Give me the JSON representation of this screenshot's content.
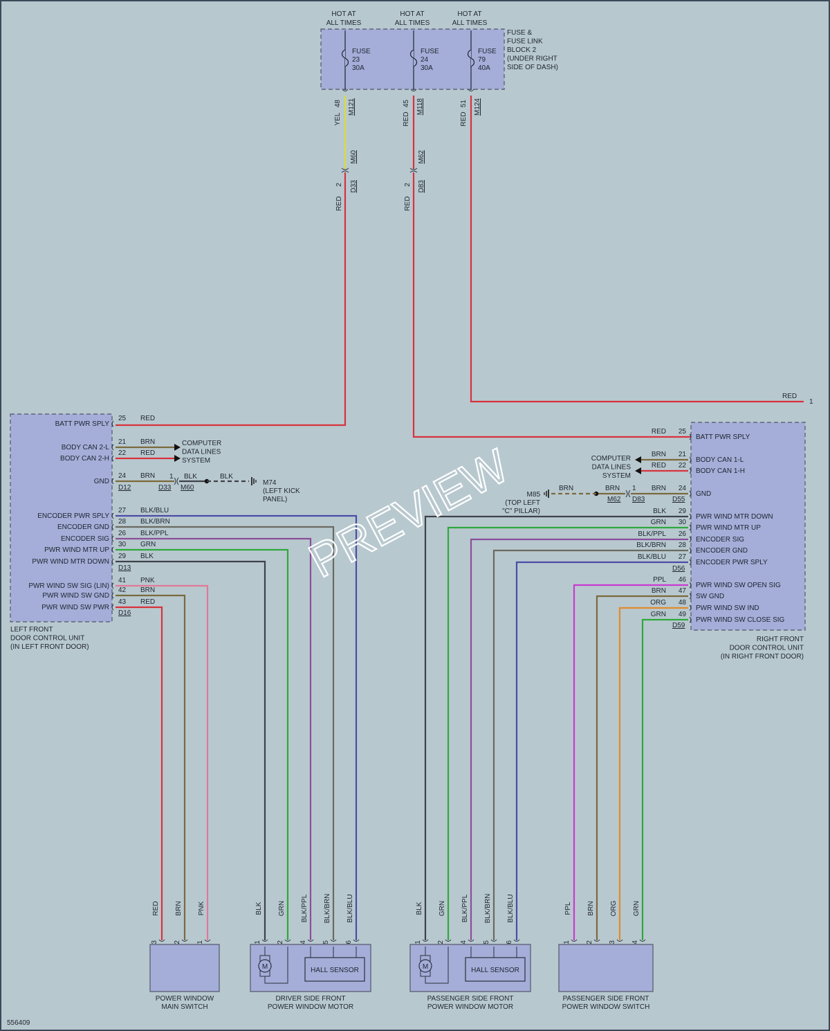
{
  "diagram_id": "556409",
  "watermark": "PREVIEW",
  "fuse_block": {
    "label": [
      "FUSE &",
      "FUSE LINK",
      "BLOCK 2",
      "(UNDER RIGHT",
      "SIDE OF DASH)"
    ],
    "fuses": [
      {
        "hot": [
          "HOT AT",
          "ALL TIMES"
        ],
        "name": "FUSE",
        "num": "23",
        "amps": "30A",
        "pin": "48",
        "conn": "M121",
        "color": "YEL"
      },
      {
        "hot": [
          "HOT AT",
          "ALL TIMES"
        ],
        "name": "FUSE",
        "num": "24",
        "amps": "30A",
        "pin": "45",
        "conn": "M118",
        "color": "RED"
      },
      {
        "hot": [
          "HOT AT",
          "ALL TIMES"
        ],
        "name": "FUSE",
        "num": "79",
        "amps": "40A",
        "pin": "51",
        "conn": "M124",
        "color": "RED"
      }
    ],
    "inline": [
      {
        "pin": "2",
        "c1": "M60",
        "c2": "D33",
        "color": "RED"
      },
      {
        "pin": "2",
        "c1": "M62",
        "c2": "D83",
        "color": "RED"
      }
    ]
  },
  "right_feed": {
    "color": "RED",
    "ref": "1"
  },
  "left_unit": {
    "name": [
      "LEFT FRONT",
      "DOOR CONTROL UNIT",
      "(IN LEFT FRONT DOOR)"
    ],
    "pins": [
      {
        "label": "BATT PWR SPLY",
        "num": "25",
        "color": "RED"
      },
      {
        "label": "BODY CAN 2-L",
        "num": "21",
        "color": "BRN"
      },
      {
        "label": "BODY CAN 2-H",
        "num": "22",
        "color": "RED"
      },
      {
        "label": "GND",
        "num": "24",
        "color": "BRN"
      },
      {
        "label": "ENCODER PWR SPLY",
        "num": "27",
        "color": "BLK/BLU"
      },
      {
        "label": "ENCODER GND",
        "num": "28",
        "color": "BLK/BRN"
      },
      {
        "label": "ENCODER SIG",
        "num": "26",
        "color": "BLK/PPL"
      },
      {
        "label": "PWR WIND MTR UP",
        "num": "30",
        "color": "GRN"
      },
      {
        "label": "PWR WIND MTR DOWN",
        "num": "29",
        "color": "BLK"
      },
      {
        "label": "PWR WIND SW SIG (LIN)",
        "num": "41",
        "color": "PNK"
      },
      {
        "label": "PWR WIND SW GND",
        "num": "42",
        "color": "BRN"
      },
      {
        "label": "PWR WIND SW PWR",
        "num": "43",
        "color": "RED"
      }
    ],
    "conns": [
      "D12",
      "D13",
      "D16"
    ]
  },
  "left_gnd": {
    "pin": "1",
    "c1": "D33",
    "c2": "M60",
    "color1": "BLK",
    "color2": "BLK",
    "ground": "M74",
    "ground_loc": [
      "(LEFT KICK",
      "PANEL)"
    ]
  },
  "left_cdls": [
    "COMPUTER",
    "DATA LINES",
    "SYSTEM"
  ],
  "right_unit": {
    "name": [
      "RIGHT FRONT",
      "DOOR CONTROL UNIT",
      "(IN RIGHT FRONT DOOR)"
    ],
    "pins": [
      {
        "label": "BATT PWR SPLY",
        "num": "25",
        "color": "RED"
      },
      {
        "label": "BODY CAN 1-L",
        "num": "21",
        "color": "BRN"
      },
      {
        "label": "BODY CAN 1-H",
        "num": "22",
        "color": "RED"
      },
      {
        "label": "GND",
        "num": "24",
        "color": "BRN"
      },
      {
        "label": "PWR WIND MTR DOWN",
        "num": "29",
        "color": "BLK"
      },
      {
        "label": "PWR WIND MTR UP",
        "num": "30",
        "color": "GRN"
      },
      {
        "label": "ENCODER SIG",
        "num": "26",
        "color": "BLK/PPL"
      },
      {
        "label": "ENCODER GND",
        "num": "28",
        "color": "BLK/BRN"
      },
      {
        "label": "ENCODER PWR SPLY",
        "num": "27",
        "color": "BLK/BLU"
      },
      {
        "label": "PWR WIND SW OPEN SIG",
        "num": "46",
        "color": "PPL"
      },
      {
        "label": "SW GND",
        "num": "47",
        "color": "BRN"
      },
      {
        "label": "PWR WIND SW IND",
        "num": "48",
        "color": "ORG"
      },
      {
        "label": "PWR WIND SW CLOSE SIG",
        "num": "49",
        "color": "GRN"
      }
    ],
    "conns": [
      "D55",
      "D56",
      "D59"
    ]
  },
  "right_gnd": {
    "pin": "1",
    "c1": "D83",
    "c2": "M62",
    "color": "BRN",
    "ground": "M85",
    "ground_loc": [
      "(TOP LEFT",
      "\"C\" PILLAR)"
    ]
  },
  "right_cdls": [
    "COMPUTER",
    "DATA LINES",
    "SYSTEM"
  ],
  "components": [
    {
      "name": [
        "POWER WINDOW",
        "MAIN SWITCH"
      ],
      "pins": [
        {
          "n": "3",
          "color": "RED"
        },
        {
          "n": "2",
          "color": "BRN"
        },
        {
          "n": "1",
          "color": "PNK"
        }
      ]
    },
    {
      "name": [
        "DRIVER SIDE FRONT",
        "POWER WINDOW MOTOR"
      ],
      "motor": "M",
      "sensor": "HALL SENSOR",
      "pins": [
        {
          "n": "1",
          "color": "BLK"
        },
        {
          "n": "2",
          "color": "GRN"
        },
        {
          "n": "4",
          "color": "BLK/PPL"
        },
        {
          "n": "5",
          "color": "BLK/BRN"
        },
        {
          "n": "6",
          "color": "BLK/BLU"
        }
      ]
    },
    {
      "name": [
        "PASSENGER SIDE FRONT",
        "POWER WINDOW MOTOR"
      ],
      "motor": "M",
      "sensor": "HALL SENSOR",
      "pins": [
        {
          "n": "1",
          "color": "BLK"
        },
        {
          "n": "2",
          "color": "GRN"
        },
        {
          "n": "4",
          "color": "BLK/PPL"
        },
        {
          "n": "5",
          "color": "BLK/BRN"
        },
        {
          "n": "6",
          "color": "BLK/BLU"
        }
      ]
    },
    {
      "name": [
        "PASSENGER SIDE FRONT",
        "POWER WINDOW SWITCH"
      ],
      "pins": [
        {
          "n": "1",
          "color": "PPL"
        },
        {
          "n": "2",
          "color": "BRN"
        },
        {
          "n": "3",
          "color": "ORG"
        },
        {
          "n": "4",
          "color": "GRN"
        }
      ]
    }
  ],
  "wire_colors": {
    "RED": "#d8323c",
    "YEL": "#d6dc46",
    "BRN": "#7a6a3c",
    "PNK": "#e07a98",
    "GRN": "#2ea83c",
    "BLK": "#3e4248",
    "BLK/BLU": "#4a4ca6",
    "BLK/BRN": "#6a6a60",
    "BLK/PPL": "#8a4f9a",
    "PPL": "#c83ad0",
    "ORG": "#e08a2c"
  },
  "colors": {
    "box_fill": "#a4aed8",
    "box_stroke": "#5f6578",
    "background": "#b8c8cf"
  }
}
